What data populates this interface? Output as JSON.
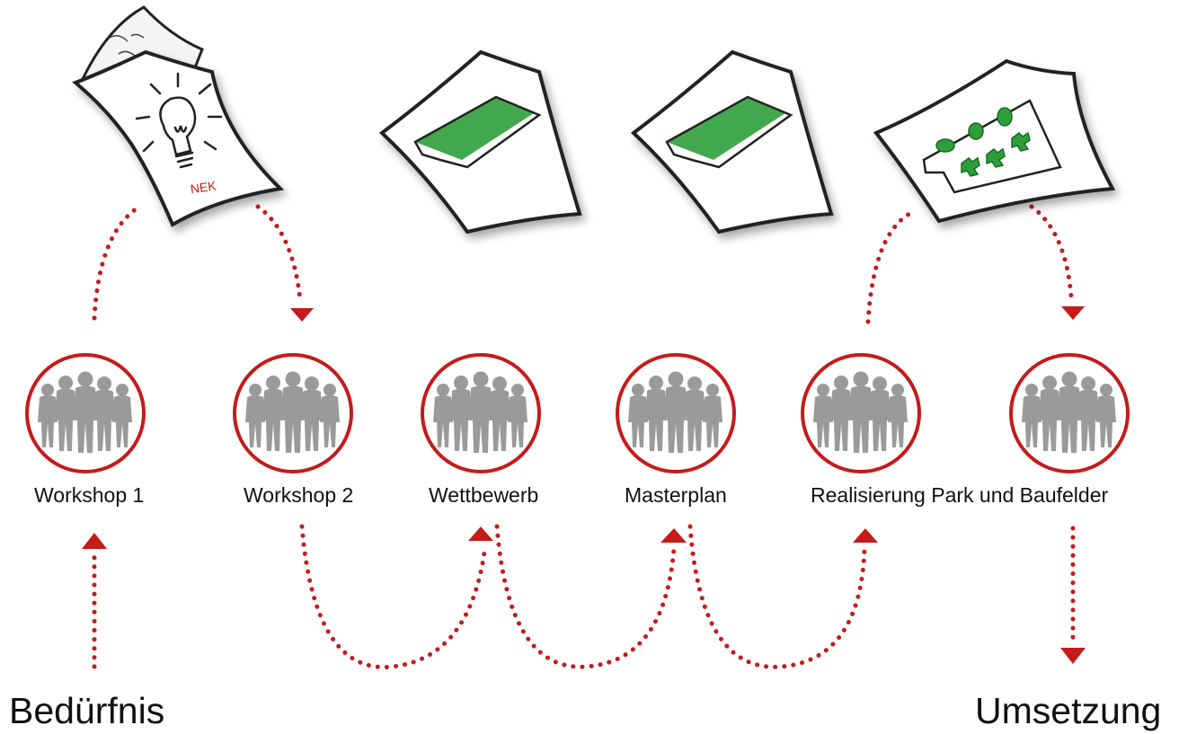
{
  "stages": [
    {
      "label": "Workshop 1"
    },
    {
      "label": "Workshop 2"
    },
    {
      "label": "Wettbewerb"
    },
    {
      "label": "Masterplan"
    },
    {
      "label": "Realisierung Park und Baufelder"
    },
    {
      "label": ""
    }
  ],
  "start_label": "Bedürfnis",
  "end_label": "Umsetzung",
  "idea_sheet_text": "NEK",
  "colors": {
    "accent_red": "#c41b1b",
    "silhouette_gray": "#9a9a9a",
    "plan_green": "#2e9e3a",
    "sketch_line": "#222222"
  }
}
